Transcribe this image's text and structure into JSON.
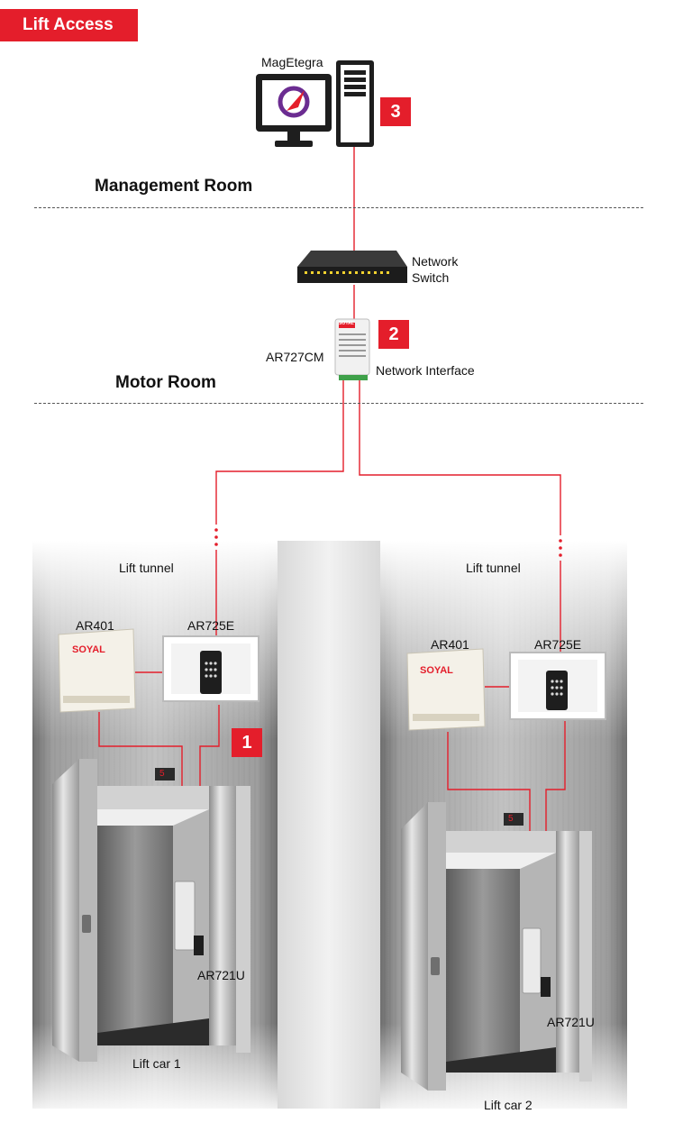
{
  "header": {
    "title": "Lift Access"
  },
  "rooms": {
    "management": "Management Room",
    "motor": "Motor Room"
  },
  "server": {
    "label": "MagEtegra",
    "badge": "3"
  },
  "switch": {
    "label_line1": "Network",
    "label_line2": "Switch"
  },
  "interface": {
    "model": "AR727CM",
    "label": "Network Interface",
    "badge": "2",
    "brand": "SOYAL"
  },
  "lifts": [
    {
      "tunnel_label": "Lift tunnel",
      "controller": "AR401",
      "controller_brand": "SOYAL",
      "reader": "AR725E",
      "car_reader": "AR721U",
      "car_label": "Lift car 1",
      "badge": "1",
      "floor_display": "5"
    },
    {
      "tunnel_label": "Lift tunnel",
      "controller": "AR401",
      "controller_brand": "SOYAL",
      "reader": "AR725E",
      "car_reader": "AR721U",
      "car_label": "Lift car 2",
      "floor_display": "5"
    }
  ],
  "colors": {
    "accent": "#e41e2b",
    "line": "#e41e2b",
    "device": "#1e1e1e",
    "brand_purple": "#6b2c91"
  },
  "icons": [
    "monitor-icon",
    "tower-pc-icon",
    "network-switch-icon",
    "controller-box-icon",
    "card-reader-icon",
    "elevator-icon"
  ]
}
